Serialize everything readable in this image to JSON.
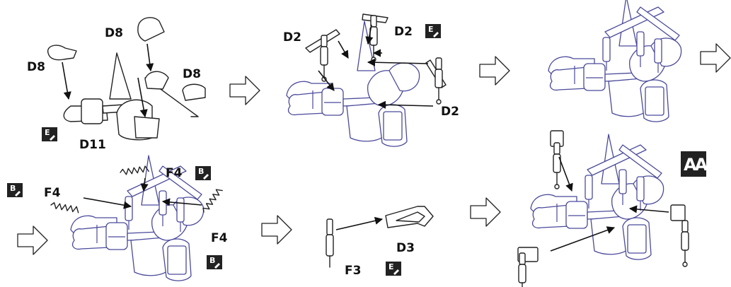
{
  "labels": {
    "d8_top": "D8",
    "d8_left": "D8",
    "d8_right": "D8",
    "d11": "D11",
    "d2_left": "D2",
    "d2_top": "D2",
    "d2_bottom": "D2",
    "f4_left": "F4",
    "f4_top": "F4",
    "f4_right": "F4",
    "f3": "F3",
    "d3": "D3"
  },
  "badges": {
    "e1": "E",
    "e2": "E",
    "e3": "E",
    "b1": "B",
    "b2": "B",
    "b3": "B",
    "aa": "AA"
  },
  "colors": {
    "line_art": "#222222",
    "assembled_model": "#4a4a9a",
    "badge": "#222222"
  }
}
